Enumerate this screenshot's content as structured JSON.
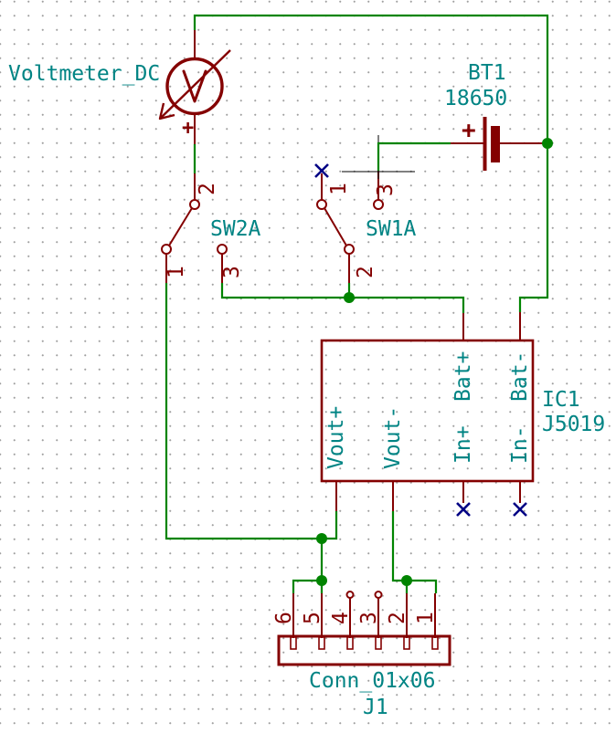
{
  "schematic": {
    "background": "#FFFFFF",
    "grid_dot_color": "#A0A0A0"
  },
  "colors": {
    "wire": "#008400",
    "symbol_outline": "#840000",
    "field_text": "#008484",
    "pin_number": "#840000",
    "no_connect": "#000084",
    "junction": "#008400",
    "connector_fill": "#FFFFC2",
    "cursor_cross": "#000000"
  },
  "voltmeter": {
    "name": "Voltmeter_DC",
    "letter": "V",
    "plus": "+"
  },
  "battery": {
    "ref": "BT1",
    "value": "18650",
    "plus": "+"
  },
  "sw2a": {
    "label": "SW2A",
    "pin1": "1",
    "pin2": "2",
    "pin3": "3"
  },
  "sw1a": {
    "label": "SW1A",
    "pin1": "1",
    "pin2": "2",
    "pin3": "3"
  },
  "ic1": {
    "ref": "IC1",
    "value": "J5019",
    "pin_labels": {
      "vout_plus": "Vout+",
      "vout_minus": "Vout-",
      "bat_plus": "Bat+",
      "bat_minus": "Bat-",
      "in_plus": "In+",
      "in_minus": "In-"
    }
  },
  "j1": {
    "value": "Conn_01x06",
    "ref": "J1",
    "pin_numbers": [
      "6",
      "5",
      "4",
      "3",
      "2",
      "1"
    ]
  }
}
